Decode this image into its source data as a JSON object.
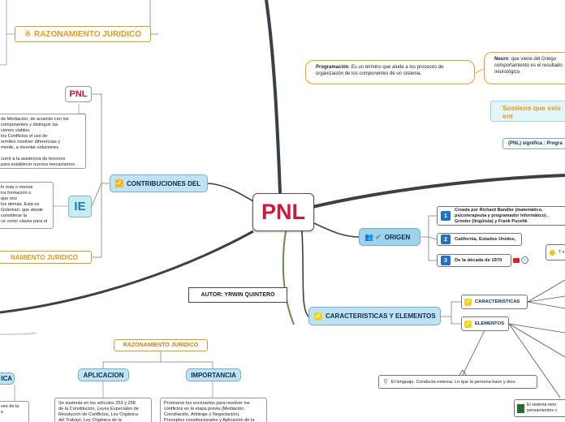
{
  "central": {
    "label": "PNL"
  },
  "author": {
    "label": "AUTOR: YRWIN QUINTERO"
  },
  "left": {
    "rj_top": {
      "label": "RAZONAMIENTO JURIDICO"
    },
    "pnl_small": {
      "label": "PNL"
    },
    "pnl_text": "de Mediación, de acuerdo con los\ncomponentes y distinguir las\nciones viables.\n  los   Conflictos   el   uso   de\nermiten resolver  diferencias y\nmente, a inventar soluciones\n\ncurrir a la asistencia de terceros\npara establecer nuevos mecanismos\nión a sus diferencias.",
    "contribuciones": {
      "label": "CONTRIBUCIONES DEL"
    },
    "ie_small": {
      "label": "IE"
    },
    "ie_text": "lo más o menos\ntra formación o\n que nos\n los demás. Esta es\n Goleman: que desde\n considerar la\nce como claves para el",
    "rj_mid": {
      "label": "NAMIENTO JURIDICO"
    }
  },
  "bottom": {
    "rj_label": {
      "label": "RAZONAMIENTO JURIDICO"
    },
    "aplicacion": {
      "label": "APLICACION"
    },
    "importancia": {
      "label": "IMPORTANCIA"
    },
    "aplicacion_text": "Se sustenta en los artículos 253 y 258\nde la Constitución, Leyes Especiales de\nResolución de Conflictos, Ley Orgánica\ndel Trabajo, Ley Orgánica de la",
    "importancia_text": "Promueve los escenarios para resolver los\nconflictos en la etapa previa (Mediación,\nConciliación, Arbitraje y Negociación).\nPreceptos constitucionales y Aplicación de la",
    "left_topic": {
      "label": "ICA"
    },
    "left_text": "ses de la\ne\n"
  },
  "right": {
    "programacion": {
      "title": "Programación",
      "text": ": Es un término que alude a los procesos de organización de los componentes de un sistema."
    },
    "neuro": {
      "title": "Neuro",
      "text": ": que viene del Griego comportamiento es el resultado neurológico."
    },
    "sostiene": {
      "label": "Sostiene que exis ent"
    },
    "significa": {
      "label": "(PNL) significa : Progra"
    },
    "origen": {
      "label": "ORIGEN"
    },
    "origen_items": [
      {
        "num": "1",
        "label": "Creada por Richard Bandler (matemático, psicoterapeuta y programador informático) , Grinder (lingüista) y Frank Pucelik"
      },
      {
        "num": "2",
        "label": "California, Estados Unidos,"
      },
      {
        "num": "3",
        "label": "De la década de 1970"
      }
    ],
    "caracteristicas_elementos": {
      "label": "CARACTERISTICAS Y ELEMENTOS"
    },
    "caracteristicas": {
      "label": "CARACTERISTICAS"
    },
    "elementos": {
      "label": "ELEMENTOS"
    },
    "lenguaje": {
      "label": "El lenguaje. Conducta externa: Lo que la persona hace y dice."
    },
    "sistema_nervioso": {
      "label": "El sistema nerv pensamientos c"
    },
    "t_note": {
      "label": "T o"
    }
  },
  "colors": {
    "central_text": "#d0183a",
    "topic_fill": "#bfe3f2",
    "branch": "#3a3f48",
    "accent": "#e49a1a"
  }
}
